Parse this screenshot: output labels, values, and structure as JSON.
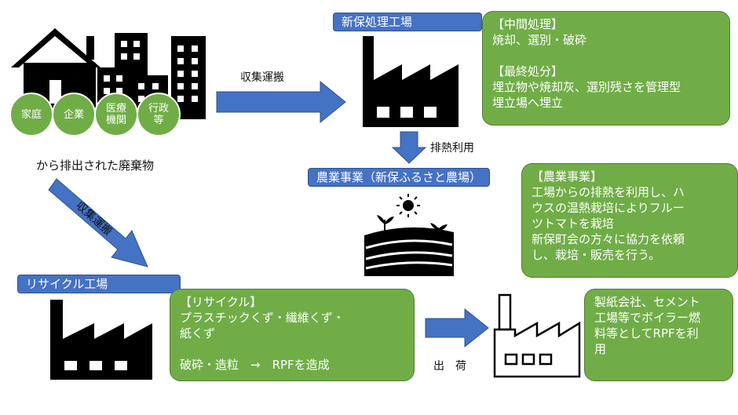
{
  "sources": {
    "bubbles": [
      "家庭",
      "企業",
      "医療\n機関",
      "行政\n等"
    ],
    "caption": "から排出された廃棄物"
  },
  "arrows": {
    "collect_top": "収集運搬",
    "collect_diag": "収集運搬",
    "heat": "排熱利用",
    "ship": "出　荷"
  },
  "plants": {
    "shinpo": "新保処理工場",
    "agri": "農業事業（新保ふるさと農場）",
    "recycle": "リサイクル工場"
  },
  "boxes": {
    "treatment": "【中間処理】\n焼却、選別・破砕\n\n【最終処分】\n埋立物や焼却灰、選別残さを管理型\n埋立場へ埋立",
    "agri": "【農業事業】\n工場からの排熱を利用し、ハ\nウスの温熱栽培によりフルー\nツトマトを栽培\n新保町会の方々に協力を依頼\nし、栽培・販売を行う。",
    "recycle": "【リサイクル】\nプラスチックくず・繊維くず・\n紙くず\n\n破砕・造粒　→　RPFを造成",
    "customer": "製紙会社、セメント\n工場等でボイラー燃\n料等としてRPFを利\n用"
  },
  "colors": {
    "blue": "#4472c4",
    "green": "#70ad47",
    "black": "#000000"
  },
  "icons": [
    "house-icon",
    "buildings-icon",
    "factory-icon",
    "farm-icon",
    "sun-icon",
    "outline-factory-icon"
  ]
}
